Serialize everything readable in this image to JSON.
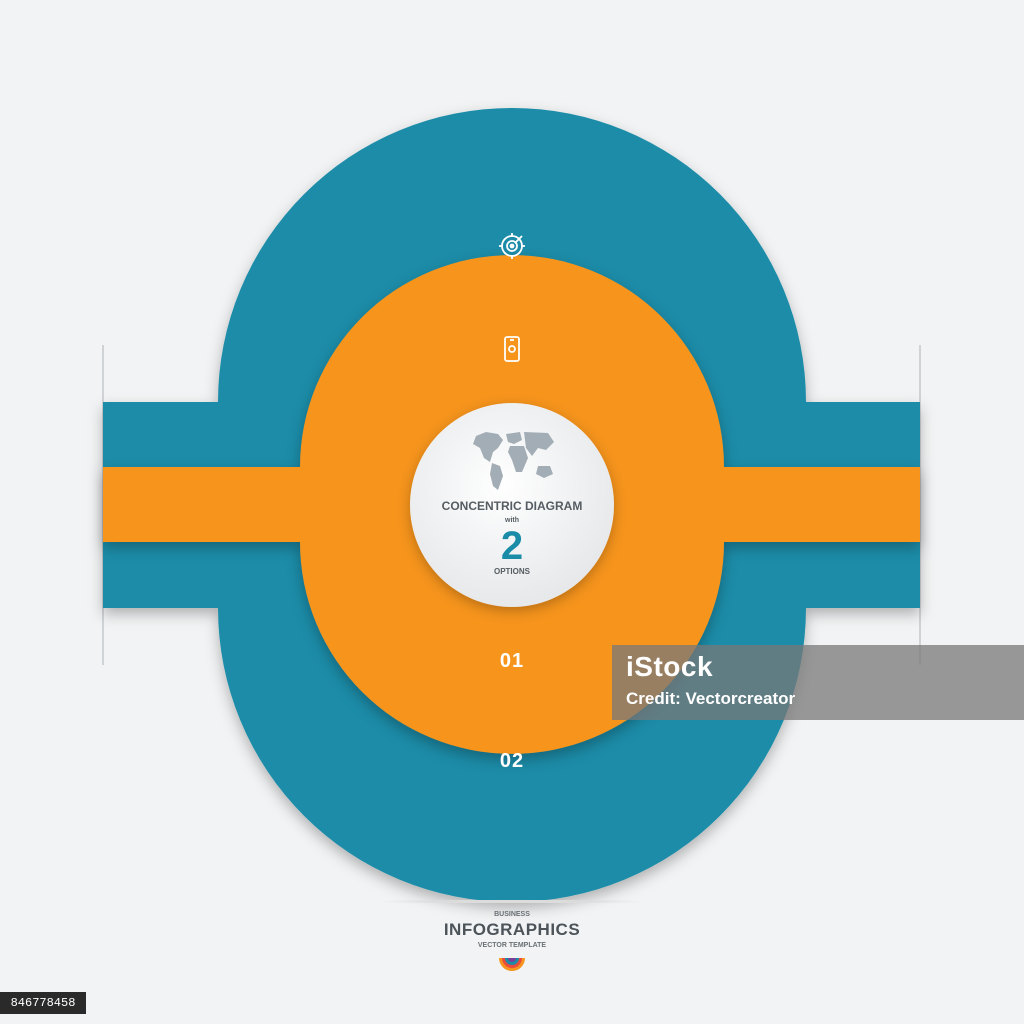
{
  "colors": {
    "background": "#f2f3f4",
    "teal": "#1a8ca8",
    "orange": "#f6941e",
    "center": "#ffffff",
    "accent_text": "#1a8ca8"
  },
  "icons": {
    "outer_ring": "target-icon",
    "inner_ring": "smartphone-icon",
    "center": "world-map-icon"
  },
  "diagram": {
    "outer_label": "02",
    "inner_label": "01",
    "center": {
      "title": "CONCENTRIC DIAGRAM",
      "with": "with",
      "count": "2",
      "options": "OPTIONS"
    }
  },
  "watermark": {
    "brand": "iStock",
    "credit": "Credit: Vectorcreator"
  },
  "footer": {
    "top": "BUSINESS",
    "title": "INFOGRAPHICS",
    "bottom": "VECTOR TEMPLATE"
  },
  "stock_id": "846778458"
}
